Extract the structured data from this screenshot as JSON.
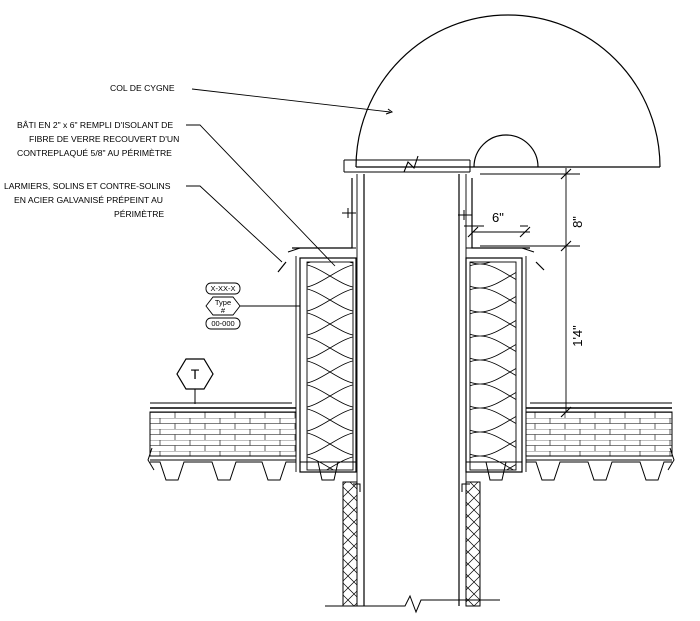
{
  "labels": {
    "gooseneck": "COL DE CYGNE",
    "frame_line1": "BÂTI EN 2\" x 6\"  REMPLI D'ISOLANT DE",
    "frame_line2": "FIBRE DE VERRE RECOUVERT D'UN",
    "frame_line3": "CONTREPLAQUÉ 5/8\" AU PÉRIMÈTRE",
    "flashing_line1": "LARMIERS, SOLINS ET CONTRE-SOLINS",
    "flashing_line2": "EN ACIER GALVANISÉ PRÉPEINT AU",
    "flashing_line3": "PÉRIMÈTRE"
  },
  "tag": {
    "top": "X-XX-X",
    "middle_line1": "Type",
    "middle_line2": "#",
    "bottom": "00-000"
  },
  "marker": {
    "letter": "T"
  },
  "dimensions": {
    "width": "6\"",
    "height_upper": "8\"",
    "height_lower": "1'4\""
  }
}
